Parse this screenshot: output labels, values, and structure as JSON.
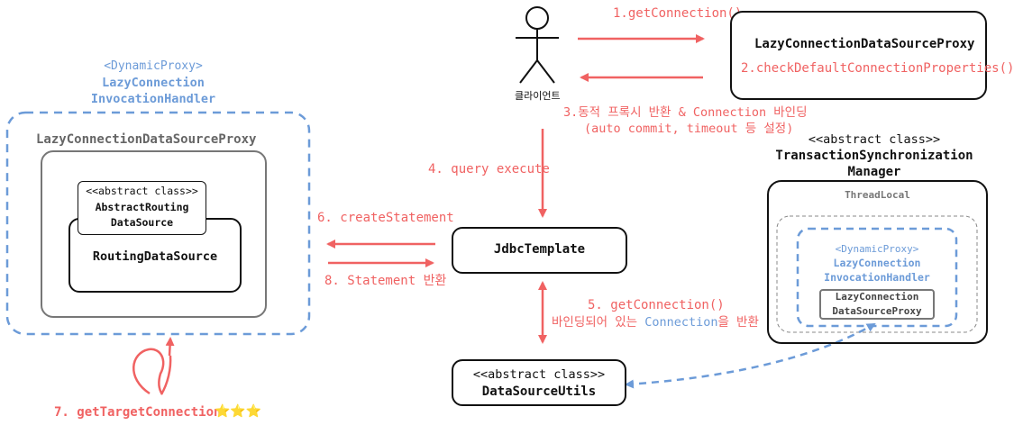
{
  "client": {
    "label": "클라이언트"
  },
  "steps": {
    "s1": "1.getConnection()",
    "s2": "2.checkDefaultConnectionProperties()",
    "s3_line1": "3.동적 프록시 반환 & Connection 바인딩",
    "s3_line2": "(auto commit, timeout 등 설정)",
    "s4": "4. query execute",
    "s5_line1": "5. getConnection()",
    "s5_line2_prefix": "바인딩되어 있는 ",
    "s5_line2_highlight": "Connection",
    "s5_line2_suffix": "을 반환",
    "s6": "6. createStatement",
    "s7": "7. getTargetConnection",
    "s7_stars": "⭐⭐⭐",
    "s8": "8. Statement 반환"
  },
  "proxy_box": {
    "title": "LazyConnectionDataSourceProxy"
  },
  "dynamic_proxy_left": {
    "line1": "<DynamicProxy>",
    "line2": "LazyConnection",
    "line3": "InvocationHandler"
  },
  "lazy_proxy_left": {
    "title": "LazyConnectionDataSourceProxy"
  },
  "abstract_routing": {
    "line1": "<<abstract class>>",
    "line2": "AbstractRouting",
    "line3": "DataSource"
  },
  "routing_datasource": {
    "label": "RoutingDataSource"
  },
  "jdbc_template": {
    "label": "JdbcTemplate"
  },
  "datasource_utils": {
    "line1": "<<abstract class>>",
    "line2": "DataSourceUtils"
  },
  "tx_sync_manager": {
    "line1": "<<abstract class>>",
    "line2": "TransactionSynchronization",
    "line3": "Manager",
    "threadlocal": "ThreadLocal"
  },
  "dynamic_proxy_right": {
    "line1": "<DynamicProxy>",
    "line2": "LazyConnection",
    "line3": "InvocationHandler"
  },
  "lazy_conn_right": {
    "line1": "LazyConnection",
    "line2": "DataSourceProxy"
  },
  "colors": {
    "red": "#f06262",
    "blue": "#6c9bd8",
    "black": "#111111",
    "grey": "#777777"
  }
}
